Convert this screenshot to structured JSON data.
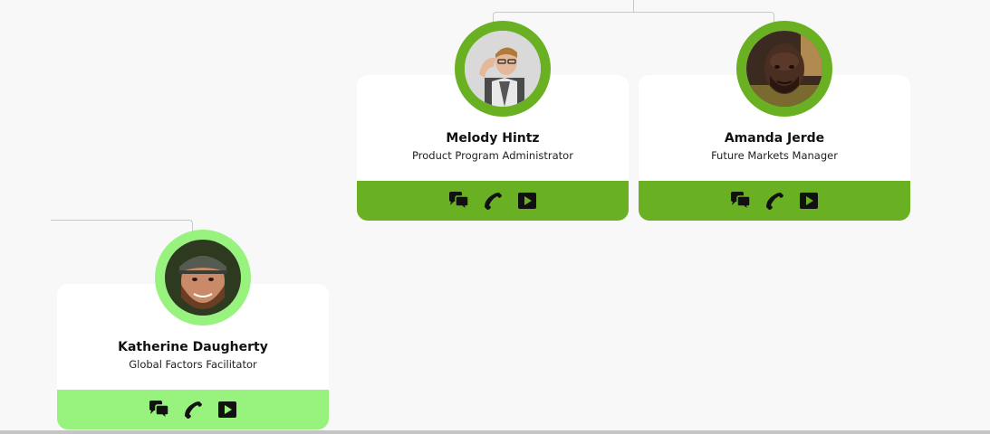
{
  "colors": {
    "accent_dark": "#6ab023",
    "accent_light": "#98f27e",
    "background": "#f8f8f8",
    "connector": "#c8c8c8"
  },
  "people": [
    {
      "name": "Melody Hintz",
      "title": "Product Program Administrator",
      "theme": "dark",
      "actions": [
        "chat-icon",
        "phone-icon",
        "video-icon"
      ]
    },
    {
      "name": "Amanda Jerde",
      "title": "Future Markets Manager",
      "theme": "dark",
      "actions": [
        "chat-icon",
        "phone-icon",
        "video-icon"
      ]
    },
    {
      "name": "Katherine Daugherty",
      "title": "Global Factors Facilitator",
      "theme": "light",
      "actions": [
        "chat-icon",
        "phone-icon",
        "video-icon"
      ]
    }
  ]
}
